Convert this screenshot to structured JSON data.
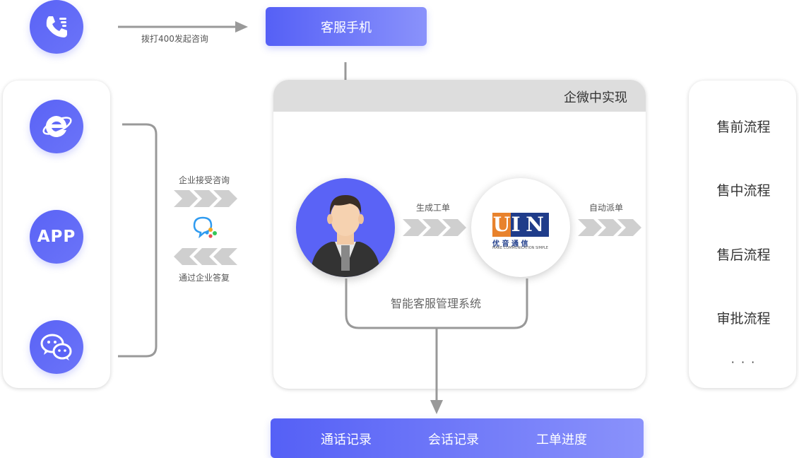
{
  "top": {
    "call_label": "拨打400发起咨询",
    "service_phone": "客服手机"
  },
  "left_channels": {
    "app_label": "APP"
  },
  "middle_arrows": {
    "accept_label": "企业接受咨询",
    "reply_label": "通过企业答复"
  },
  "center_panel": {
    "title": "企微中实现",
    "generate_order": "生成工单",
    "auto_dispatch": "自动派单",
    "system_label": "智能客服管理系统"
  },
  "brand": {
    "logo_letters": "UIN",
    "logo_cn": "优 音 通 信",
    "logo_en": "MAKE COMMUNICATION SIMPLE"
  },
  "right_flows": {
    "items": [
      "售前流程",
      "售中流程",
      "售后流程",
      "审批流程"
    ],
    "more": "· · ·"
  },
  "bottom_bar": {
    "items": [
      "通话记录",
      "会话记录",
      "工单进度"
    ]
  },
  "colors": {
    "accent": "#5a63f6",
    "accent_light": "#8a92fb",
    "connector": "#999999",
    "panel_header": "#dddddd"
  }
}
